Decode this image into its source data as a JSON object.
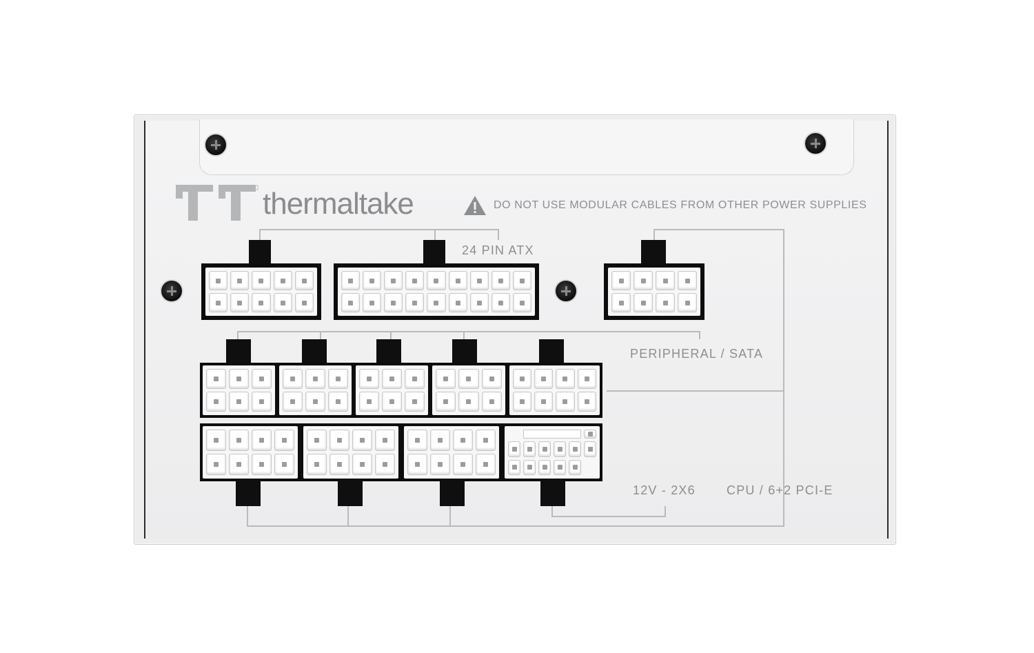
{
  "brand": {
    "name": "thermaltake",
    "mark_icon": "tt-logo-icon",
    "mark_color": "#b5b6b8"
  },
  "warning": {
    "icon": "warning-triangle-icon",
    "text": "DO NOT USE MODULAR CABLES FROM OTHER POWER SUPPLIES"
  },
  "labels": {
    "atx": "24 PIN ATX",
    "peripheral": "PERIPHERAL / SATA",
    "twelve_v": "12V - 2X6",
    "cpu_pcie": "CPU / 6+2 PCI-E"
  },
  "colors": {
    "panel": "#ededee",
    "connector_housing": "#0d0d0d",
    "pins": "#ffffff",
    "text": "#8d8e90"
  }
}
